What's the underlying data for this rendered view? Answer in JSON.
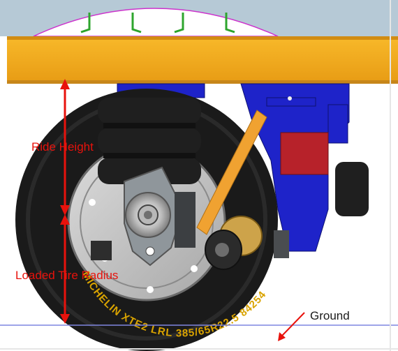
{
  "labels": {
    "ride_height": "Ride Height",
    "loaded_tire_radius": "Loaded Tire Radius",
    "ground": "Ground"
  },
  "tire_text": {
    "sidewall": "MICHELIN XTE2 LRL 385/65R22.5 84254"
  },
  "colors": {
    "annotation": "#e8120c",
    "ground_label": "#1b1b1b",
    "frame": "#f2ab1b",
    "frame_dark": "#c7861a",
    "bracket": "#1e23c9",
    "tire": "#1a1a1a",
    "tire_text": "#d9a300",
    "strut": "#f0a231",
    "spring_green": "#2e9b2e",
    "top_bar": "#b6c9d6",
    "ground_line": "#7f86e0"
  }
}
